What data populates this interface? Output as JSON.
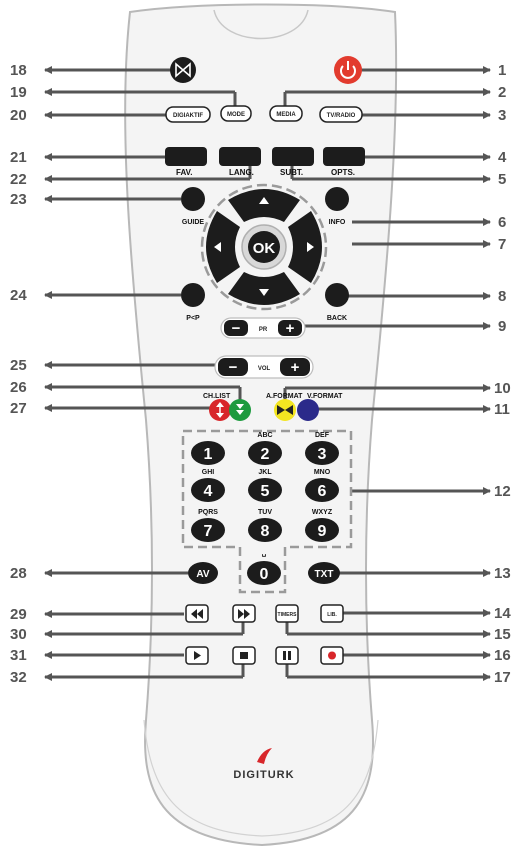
{
  "brand": "DIGITURK",
  "colors": {
    "body": "#f4f4f4",
    "outline": "#b8b8b8",
    "button_dark": "#1c1c1c",
    "power_red": "#e23b2e",
    "annotation_gray": "#555555",
    "red": "#d8262a",
    "green": "#1d9a3e",
    "yellow": "#f3e521",
    "blue": "#2b2a8a"
  },
  "callouts": {
    "left": [
      {
        "num": "18",
        "icon": "mute-icon"
      },
      {
        "num": "19",
        "target": "MODE"
      },
      {
        "num": "20",
        "target": "DIGIAKTIF"
      },
      {
        "num": "21",
        "target": "FAV."
      },
      {
        "num": "22",
        "target": "LANG."
      },
      {
        "num": "23",
        "target": "GUIDE"
      },
      {
        "num": "24",
        "target": "P<P"
      },
      {
        "num": "25",
        "target": "VOL"
      },
      {
        "num": "26",
        "target": "green button"
      },
      {
        "num": "27",
        "target": "CH.LIST"
      },
      {
        "num": "28",
        "target": "AV"
      },
      {
        "num": "29",
        "target": "rewind"
      },
      {
        "num": "30",
        "target": "fast forward"
      },
      {
        "num": "31",
        "target": "play"
      },
      {
        "num": "32",
        "target": "stop"
      }
    ],
    "right": [
      {
        "num": "1",
        "target": "power"
      },
      {
        "num": "2",
        "target": "MEDIA"
      },
      {
        "num": "3",
        "target": "TV/RADIO"
      },
      {
        "num": "4",
        "target": "OPTS."
      },
      {
        "num": "5",
        "target": "SUBT."
      },
      {
        "num": "6",
        "target": "INFO"
      },
      {
        "num": "7",
        "target": "navigation ring"
      },
      {
        "num": "8",
        "target": "BACK"
      },
      {
        "num": "9",
        "target": "PR"
      },
      {
        "num": "10",
        "target": "A.FORMAT"
      },
      {
        "num": "11",
        "target": "V.FORMAT"
      },
      {
        "num": "12",
        "target": "number pad"
      },
      {
        "num": "13",
        "target": "TXT"
      },
      {
        "num": "14",
        "target": "LIB."
      },
      {
        "num": "15",
        "target": "TIMERS"
      },
      {
        "num": "16",
        "target": "record"
      },
      {
        "num": "17",
        "target": "pause"
      }
    ]
  },
  "buttons": {
    "mode": "MODE",
    "media": "MEDIA",
    "digiaktif": "DIGIAKTIF",
    "tvradio": "TV/RADIO",
    "fav": "FAV.",
    "lang": "LANG.",
    "subt": "SUBT.",
    "opts": "OPTS.",
    "guide": "GUIDE",
    "info": "INFO",
    "ok": "OK",
    "pip": "P<P",
    "back": "BACK",
    "pr": "PR",
    "vol": "VOL",
    "minus": "−",
    "plus": "+",
    "chlist": "CH.LIST",
    "aformat": "A.FORMAT",
    "vformat": "V.FORMAT",
    "av": "AV",
    "txt": "TXT",
    "timers": "TIMERS",
    "lib": "LIB."
  },
  "keypad": [
    {
      "digit": "1",
      "letters": ""
    },
    {
      "digit": "2",
      "letters": "ABC"
    },
    {
      "digit": "3",
      "letters": "DEF"
    },
    {
      "digit": "4",
      "letters": "GHI"
    },
    {
      "digit": "5",
      "letters": "JKL"
    },
    {
      "digit": "6",
      "letters": "MNO"
    },
    {
      "digit": "7",
      "letters": "PQRS"
    },
    {
      "digit": "8",
      "letters": "TUV"
    },
    {
      "digit": "9",
      "letters": "WXYZ"
    },
    {
      "digit": "0",
      "letters": "␣"
    }
  ]
}
